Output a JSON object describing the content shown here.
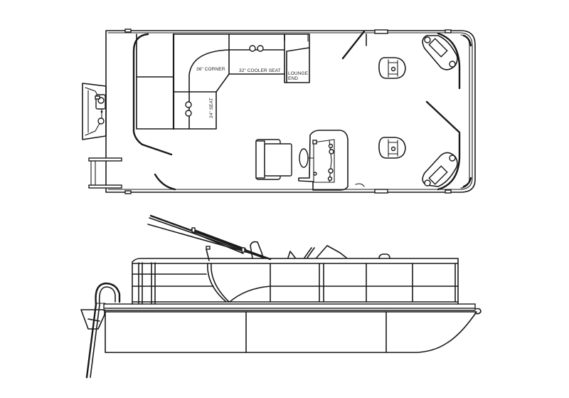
{
  "diagram": {
    "subject": "Pontoon boat layout",
    "colors": {
      "line": "#1a1a1a",
      "background": "#ffffff"
    },
    "views": [
      {
        "id": "top-view",
        "name": "Top (plan) view",
        "labels": {
          "corner": "36\" CORNER",
          "cooler_seat": "32\" COOLER SEAT",
          "lounge_end_1": "LOUNGE",
          "lounge_end_2": "END",
          "seat_24": "24\" SEAT"
        },
        "components": [
          "rear swim platform with engine",
          "boarding ladder",
          "L-shaped lounge",
          "helm console with steering wheel",
          "helm chair",
          "two bow fishing chairs",
          "two bow corner seats",
          "perimeter railing with gates"
        ]
      },
      {
        "id": "side-view",
        "name": "Side (profile) view",
        "components": [
          "folded bimini top",
          "perimeter railing with fence panels",
          "curved entry gate panel",
          "deck",
          "pontoon tube with nose cone",
          "rear boarding ladder",
          "outboard motor bracket"
        ]
      }
    ]
  }
}
